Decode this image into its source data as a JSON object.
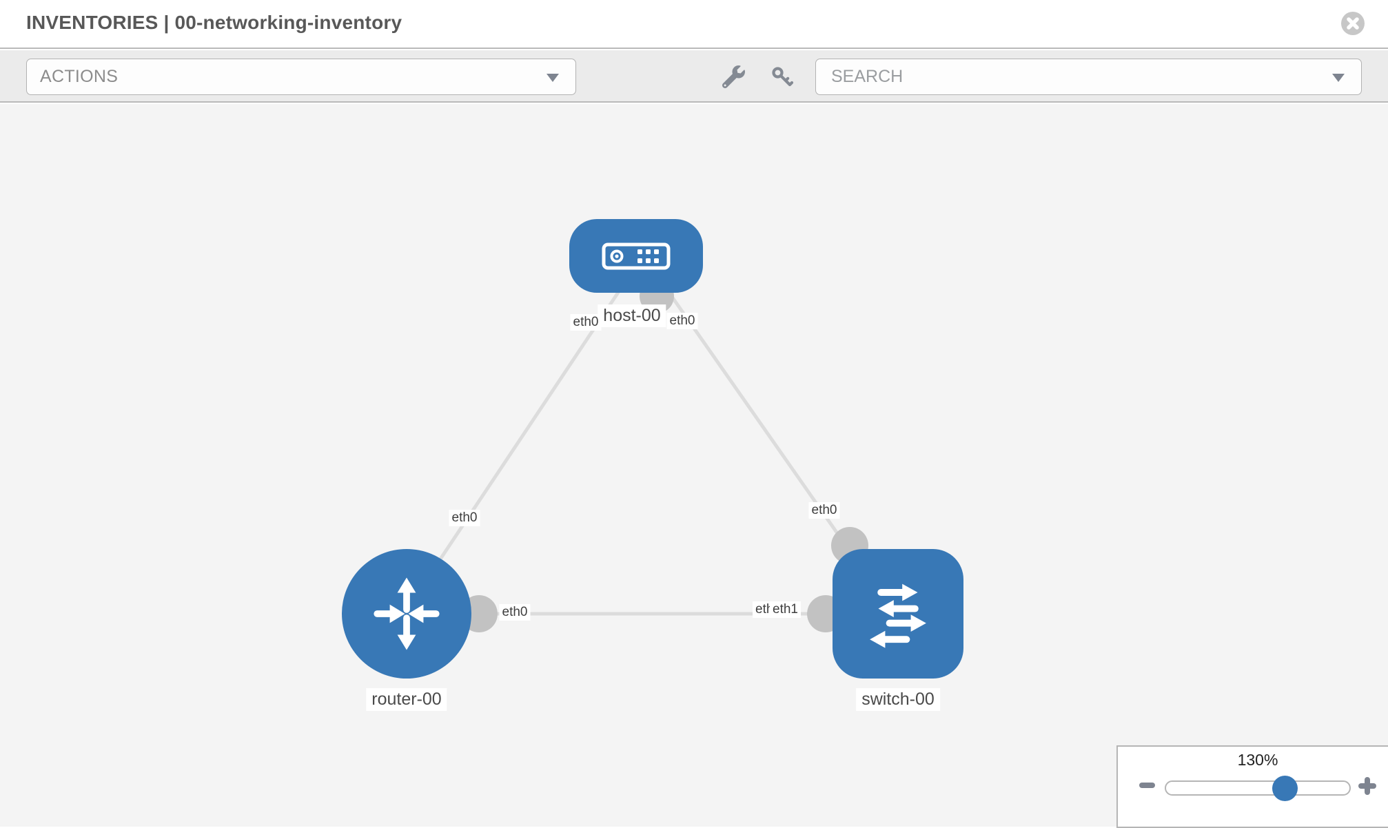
{
  "header": {
    "title": "INVENTORIES | 00-networking-inventory"
  },
  "toolbar": {
    "actions_label": "ACTIONS",
    "search_placeholder": "SEARCH"
  },
  "icons": {
    "close-icon": "circle-x",
    "wrench-icon": "wrench",
    "key-icon": "key",
    "chevron-down-icon": "triangle-down",
    "minus-icon": "minus",
    "plus-icon": "plus",
    "host-icon": "server-box",
    "router-icon": "four-cross-arrows",
    "switch-icon": "exchange-arrows",
    "interface-dot": "gray-circle"
  },
  "colors": {
    "node_blue": "#3878b6",
    "link_gray": "#dcdcdc",
    "dot_gray": "#c2c2c2",
    "toolbar_bg": "#ebebeb",
    "canvas_bg": "#f4f4f4",
    "border_gray": "#b5b5b5"
  },
  "topology": {
    "nodes": [
      {
        "label": "host-00",
        "type": "host"
      },
      {
        "label": "router-00",
        "type": "router"
      },
      {
        "label": "switch-00",
        "type": "switch"
      }
    ],
    "links": [
      {
        "from": "host-00",
        "to": "router-00",
        "from_iface": "eth0",
        "to_iface": "eth0"
      },
      {
        "from": "host-00",
        "to": "switch-00",
        "from_iface": "eth0",
        "to_iface": "eth0"
      },
      {
        "from": "router-00",
        "to": "switch-00",
        "from_iface": "eth0",
        "to_iface": "eth1"
      }
    ],
    "iface_labels": {
      "host_to_router": "eth0",
      "host_to_switch": "eth0",
      "router_to_host": "eth0",
      "router_to_switch": "eth0",
      "switch_to_host": "eth0",
      "switch_to_router_under": "eth0",
      "switch_to_router": "eth1"
    }
  },
  "zoom_control": {
    "level": "130%",
    "position_percent": 65
  }
}
